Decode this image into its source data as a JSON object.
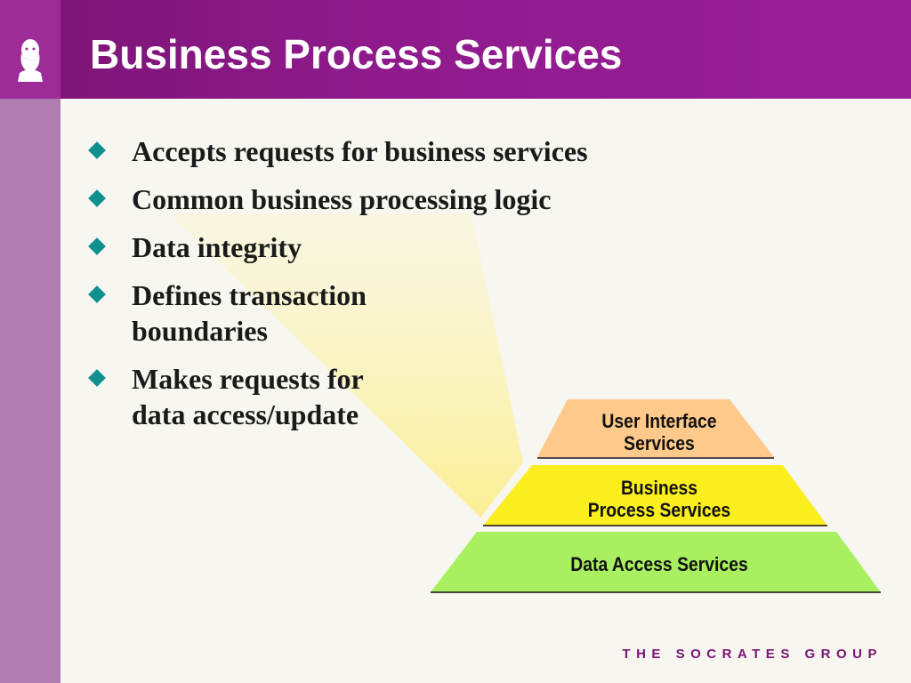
{
  "header": {
    "title": "Business Process Services",
    "logo_icon": "socrates-bust-icon"
  },
  "bullets": [
    {
      "text": "Accepts requests for business services"
    },
    {
      "text": "Common business processing logic"
    },
    {
      "text": "Data integrity"
    },
    {
      "text": "Defines transaction\nboundaries"
    },
    {
      "text": "Makes requests for\ndata access/update"
    }
  ],
  "pyramid": {
    "top": {
      "label": "User Interface\nServices",
      "color": "#ffc98c"
    },
    "middle": {
      "label": "Business\nProcess Services",
      "color": "#fbee1f"
    },
    "bottom": {
      "label": "Data Access Services",
      "color": "#a8f060"
    }
  },
  "footer": {
    "text": "THE SOCRATES GROUP"
  },
  "colors": {
    "header": "#8e1a8b",
    "side_strip": "#b07cb0",
    "bullet_diamond": "#0f8f8f",
    "highlight_beam": "#fdf6b8"
  }
}
